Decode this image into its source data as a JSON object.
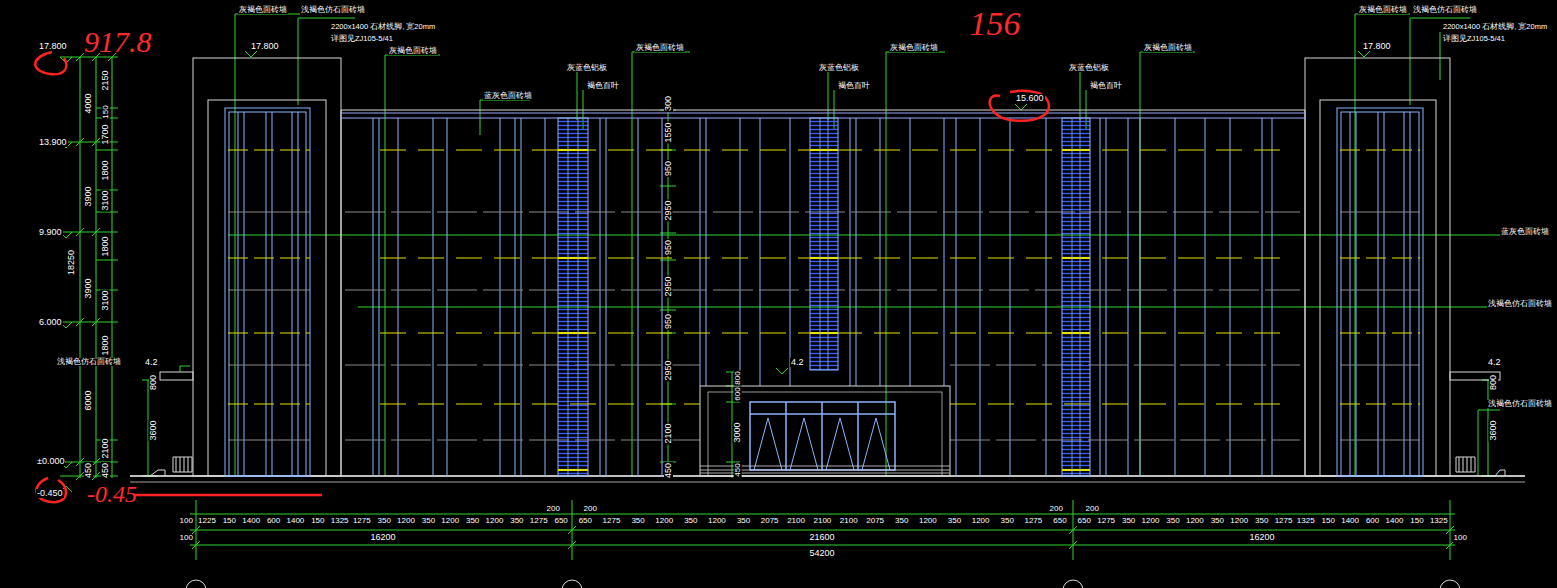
{
  "diagram": {
    "labels": [
      "917.8",
      "156",
      "-0.45",
      "17.800",
      "13.900",
      "9.900",
      "6.000",
      "±0.000",
      "-0.450",
      "17.800",
      "17.800",
      "15.600",
      "4.2",
      "4.2",
      "4.2",
      "4000",
      "3900",
      "18250",
      "3900",
      "6000",
      "450",
      "2150",
      "150",
      "1700",
      "1800",
      "3100",
      "1800",
      "3100",
      "1800",
      "2100",
      "450",
      "300",
      "1550",
      "950",
      "2950",
      "950",
      "2950",
      "950",
      "2950",
      "2100",
      "450",
      "800",
      "600",
      "3000",
      "450",
      "800",
      "3600",
      "800",
      "3600",
      "灰褐色面砖墙",
      "浅褐色仿石面砖墙",
      "2200x1400 石材线脚, 宽20mm",
      "详图见ZJ105-5/41",
      "灰褐色面砖墙",
      "蓝灰色面砖墙",
      "灰蓝色铝板",
      "褐色百叶",
      "灰褐色面砖墙",
      "灰蓝色铝板",
      "褐色百叶",
      "灰褐色面砖墙",
      "灰蓝色铝板",
      "褐色百叶",
      "灰褐色面砖墙",
      "灰褐色面砖墙",
      "浅褐色仿石面砖墙",
      "2200x1400 石材线脚, 宽20mm",
      "详图见ZJ105-5/41",
      "蓝灰色面砖墙",
      "浅褐色仿石面砖墙",
      "浅褐色仿石面砖墙",
      "浅褐色仿石面砖墙",
      "200",
      "200",
      "200",
      "200",
      "100",
      "100",
      "100",
      "1225",
      "150",
      "1400",
      "600",
      "1400",
      "150",
      "1325",
      "1275",
      "350",
      "1200",
      "350",
      "1200",
      "350",
      "1200",
      "350",
      "1275",
      "650",
      "650",
      "1275",
      "350",
      "1200",
      "350",
      "1200",
      "350",
      "2075",
      "2100",
      "2100",
      "2100",
      "2075",
      "350",
      "1200",
      "350",
      "1200",
      "350",
      "1275",
      "650",
      "650",
      "1275",
      "350",
      "1200",
      "350",
      "1200",
      "350",
      "1200",
      "350",
      "1275",
      "1325",
      "150",
      "1400",
      "600",
      "1400",
      "150",
      "1325",
      "16200",
      "21600",
      "16200",
      "54200"
    ]
  }
}
